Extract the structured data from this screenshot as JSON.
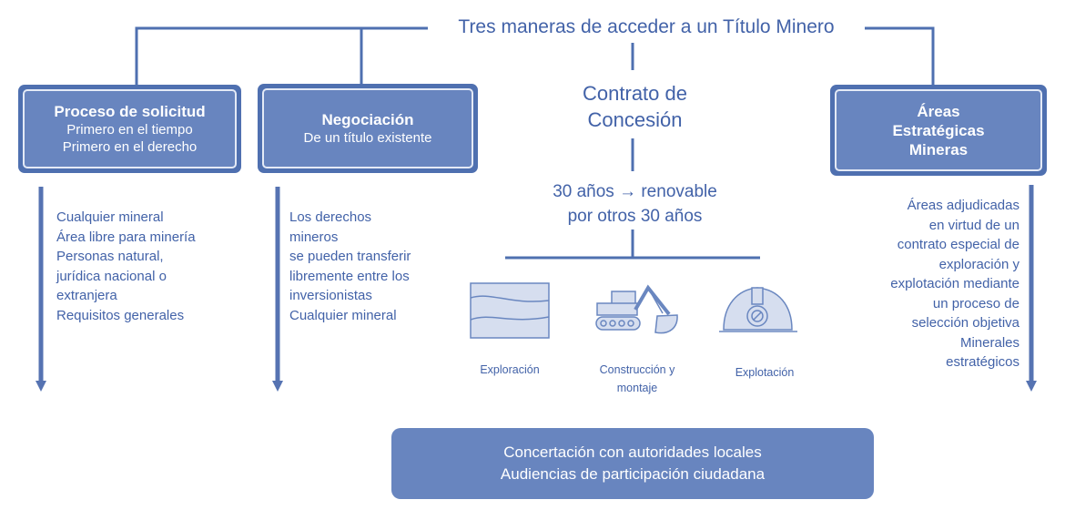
{
  "title": "Tres maneras de acceder a un Título Minero",
  "colors": {
    "box_border": "#4f70b0",
    "box_fill": "#6885bf",
    "text": "#4262a8",
    "icon_fill": "#d6deef",
    "icon_stroke": "#6a87c0"
  },
  "branches": [
    {
      "title": "Proceso de solicitud",
      "subtitle": [
        "Primero en el tiempo",
        "Primero en el derecho"
      ],
      "details": [
        "Cualquier mineral",
        "Área libre para minería",
        "Personas natural,",
        "jurídica nacional o",
        "extranjera",
        "Requisitos generales"
      ]
    },
    {
      "title": "Negociación",
      "subtitle": [
        "De un título existente"
      ],
      "details": [
        "Los derechos",
        "mineros",
        "se pueden transferir",
        "libremente entre los",
        "inversionistas",
        "Cualquier mineral"
      ]
    },
    {
      "title": [
        "Contrato de",
        "Concesión"
      ],
      "duration": [
        "30 años → renovable",
        "por otros 30 años"
      ],
      "phases": [
        {
          "label": "Exploración",
          "icon": "terrain-layers-icon"
        },
        {
          "label": [
            "Construcción y",
            "montaje"
          ],
          "icon": "excavator-icon"
        },
        {
          "label": "Explotación",
          "icon": "miner-helmet-icon"
        }
      ]
    },
    {
      "title": [
        "Áreas",
        "Estratégicas",
        "Mineras"
      ],
      "details": [
        "Áreas adjudicadas",
        "en virtud de un",
        "contrato especial de",
        "exploración y",
        "explotación mediante",
        "un proceso de",
        "selección objetiva",
        "Minerales",
        "estratégicos"
      ]
    }
  ],
  "footer": [
    "Concertación con autoridades locales",
    "Audiencias de participación ciudadana"
  ]
}
